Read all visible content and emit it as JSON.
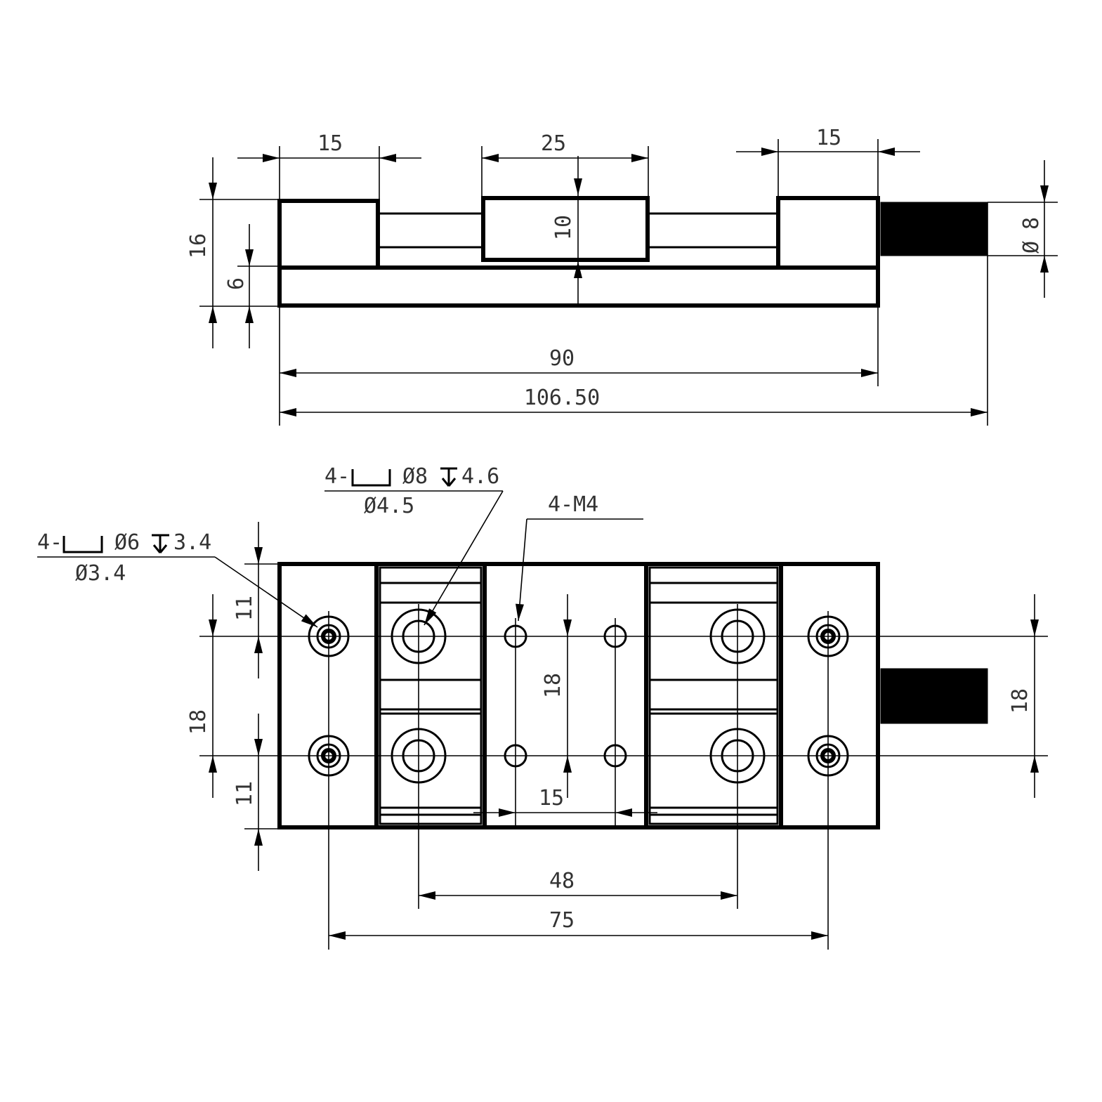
{
  "side_view": {
    "dims": {
      "left_jaw_width": "15",
      "center_block_width": "25",
      "right_jaw_width": "15",
      "block_height": "10",
      "total_height": "16",
      "base_height": "6",
      "knob_diameter_symbol": "Ø",
      "knob_diameter": "8",
      "base_length": "90",
      "overall_length": "106.50"
    }
  },
  "top_view": {
    "callouts": {
      "counterbore_large_prefix": "4-",
      "counterbore_large_diameter": "Ø8",
      "counterbore_large_depth": "4.6",
      "counterbore_large_thru": "Ø4.5",
      "threaded": "4-M4",
      "counterbore_small_prefix": "4-",
      "counterbore_small_diameter": "Ø6",
      "counterbore_small_depth": "3.4",
      "counterbore_small_thru": "Ø3.4"
    },
    "dims": {
      "edge_offset_top": "11",
      "edge_offset_bottom": "11",
      "left_hole_spacing": "18",
      "center_hole_spacing": "18",
      "right_hole_spacing": "18",
      "m4_spacing": "15",
      "large_hole_pitch": "48",
      "small_hole_pitch": "75"
    }
  }
}
